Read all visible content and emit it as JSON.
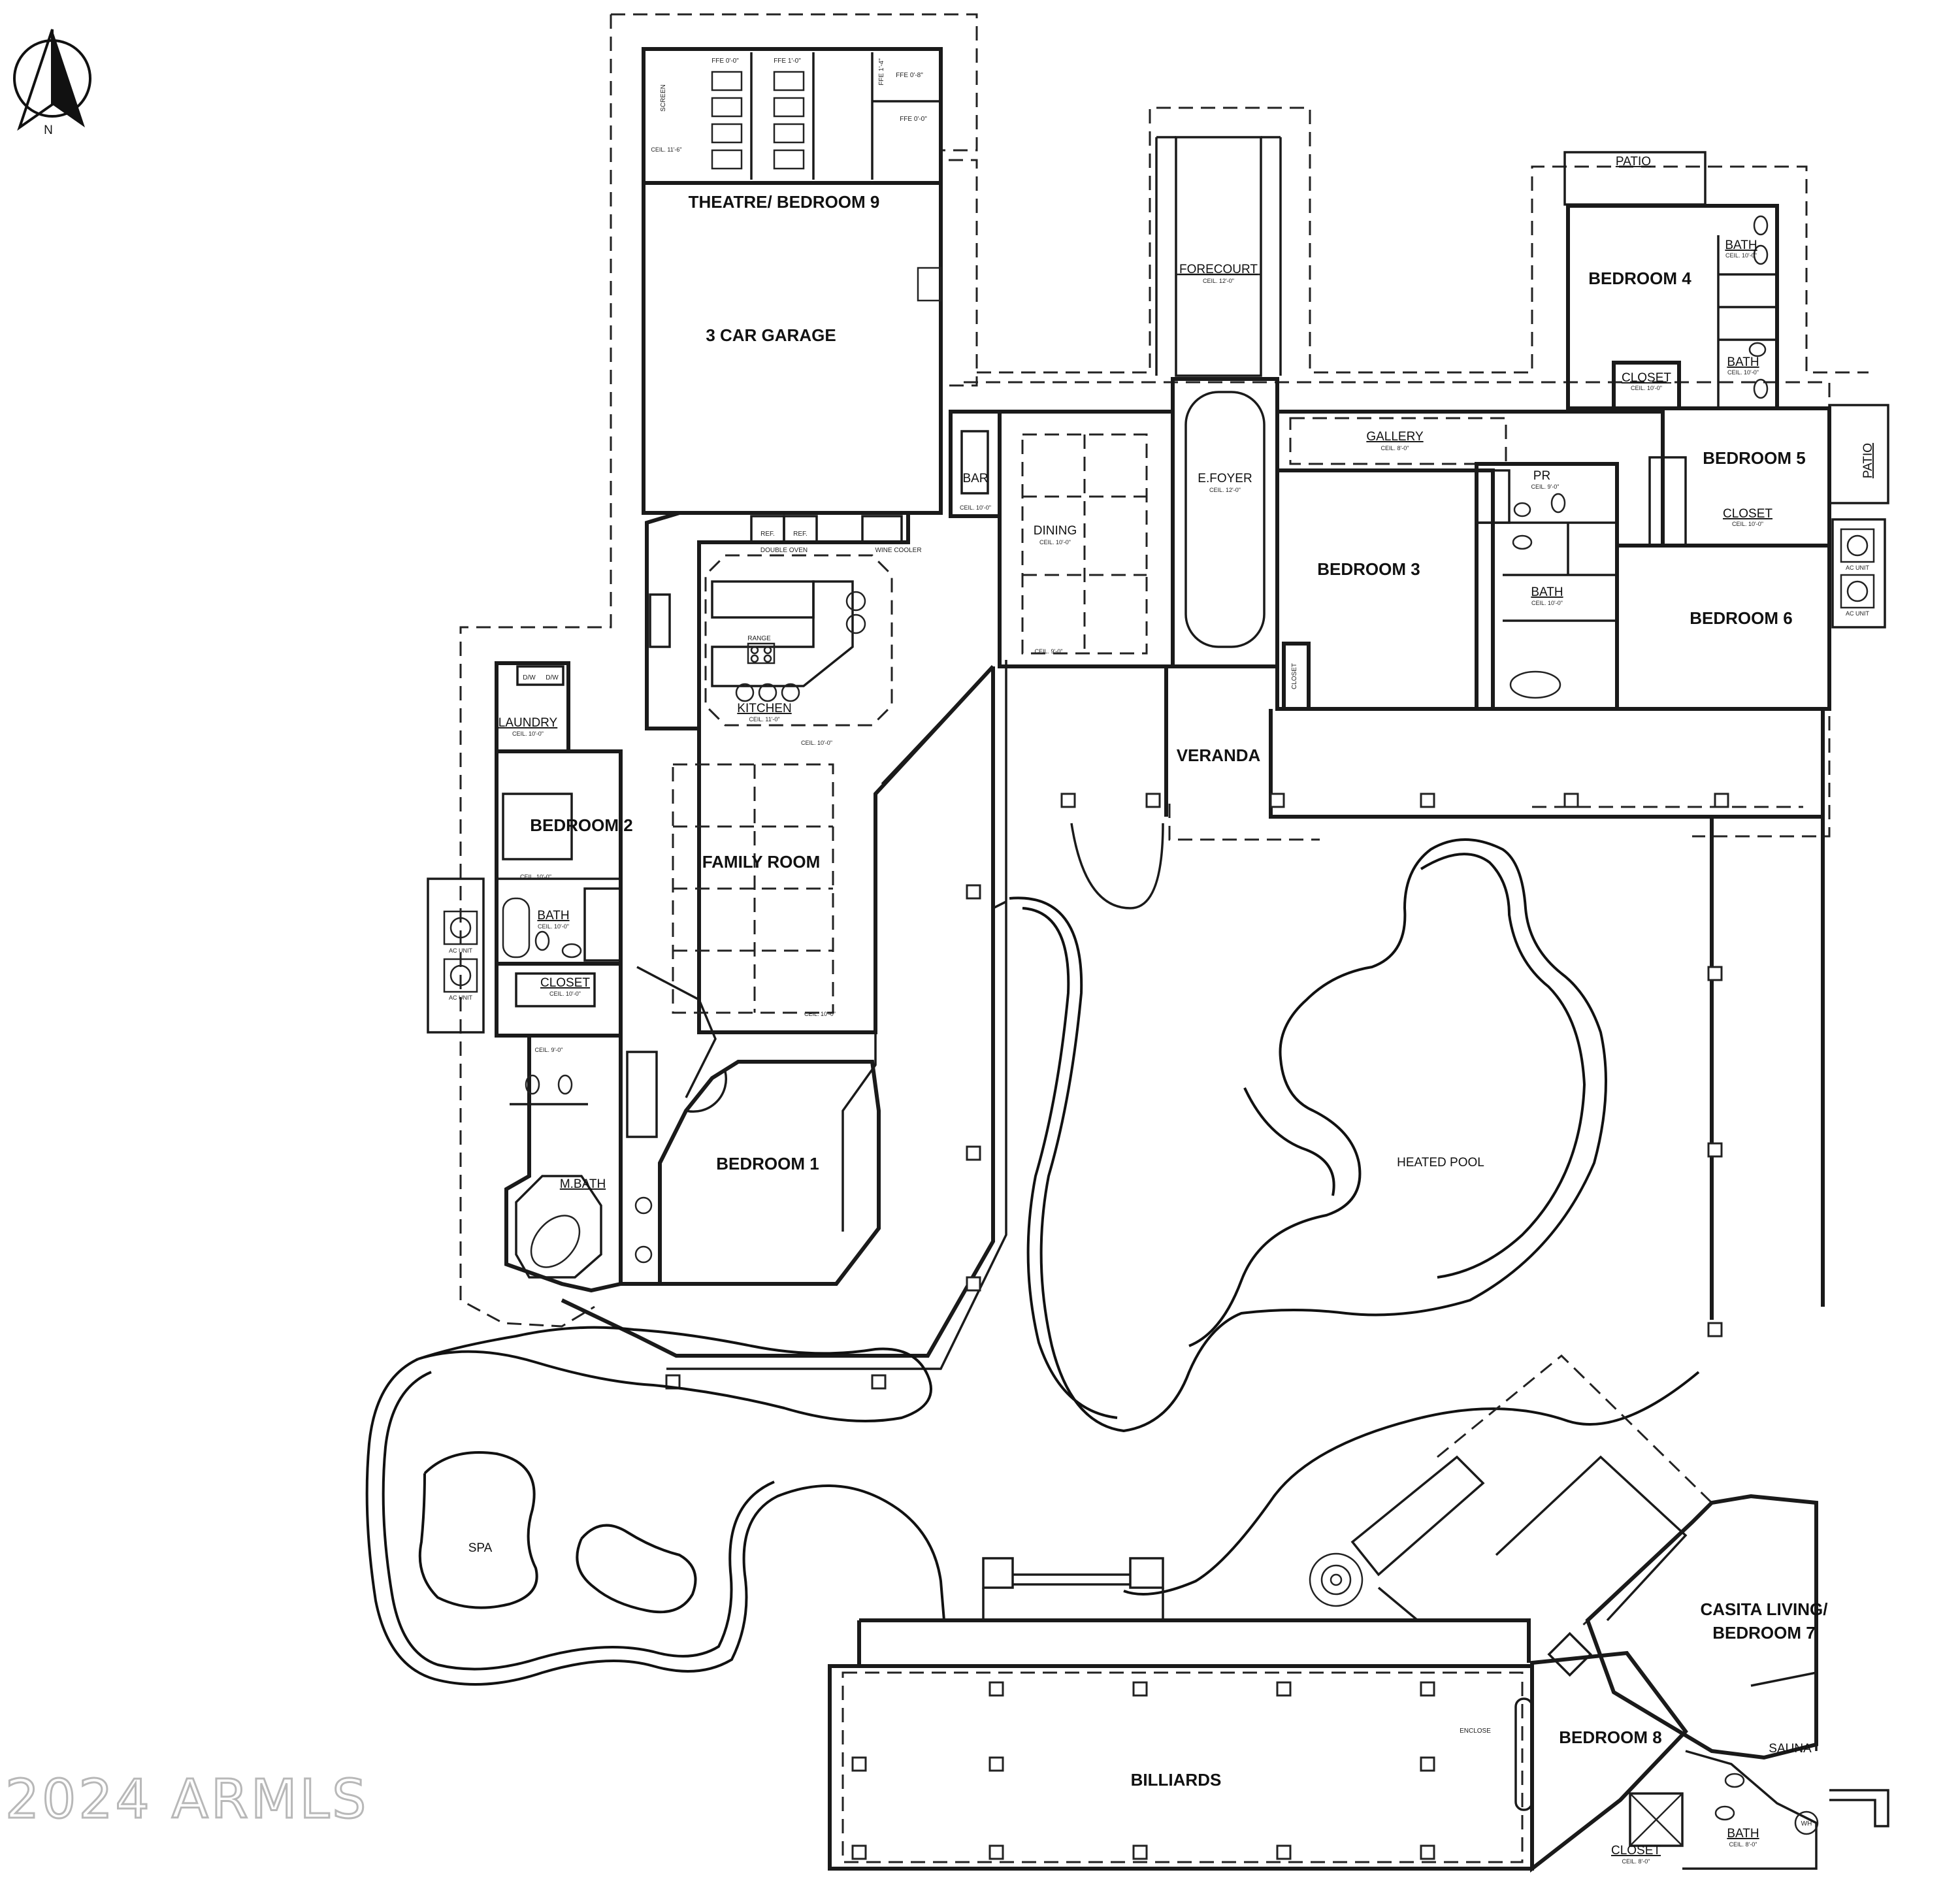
{
  "north": {
    "label": "N"
  },
  "watermark": "2024 ARMLS",
  "rooms": {
    "theatre": "THEATRE/ BEDROOM 9",
    "garage": "3 CAR GARAGE",
    "bedroom4": "BEDROOM 4",
    "bedroom5": "BEDROOM 5",
    "bedroom6": "BEDROOM 6",
    "bedroom3": "BEDROOM 3",
    "bedroom2": "BEDROOM 2",
    "bedroom1": "BEDROOM 1",
    "family_room": "FAMILY ROOM",
    "veranda": "VERANDA",
    "casita": [
      "CASITA LIVING/",
      "BEDROOM 7"
    ],
    "bedroom8": "BEDROOM 8",
    "billiards": "BILLIARDS"
  },
  "small_rooms": {
    "patio_top": "PATIO",
    "patio_right": "PATIO",
    "forecourt": "FORECOURT",
    "gallery": "GALLERY",
    "foyer": "E.FOYER",
    "bar": "BAR",
    "dining": "DINING",
    "kitchen": "KITCHEN",
    "laundry": "LAUNDRY",
    "bath_b2": "BATH",
    "closet_b2": "CLOSET",
    "mbath": "M.BATH",
    "pr": "PR",
    "bath_b4a": "BATH",
    "bath_b4b": "BATH",
    "closet_b4": "CLOSET",
    "closet_b5": "CLOSET",
    "bath_b6": "BATH",
    "closet_b3": "CLOSET",
    "sauna": "SAUNA",
    "bath_casita": "BATH",
    "closet_casita": "CLOSET",
    "heated_pool": "HEATED POOL",
    "spa": "SPA"
  },
  "ceilings": {
    "forecourt": "CEIL. 12'-0\"",
    "gallery": "CEIL. 8'-0\"",
    "foyer": "CEIL. 12'-0\"",
    "bar": "CEIL. 10'-0\"",
    "dining": "CEIL. 10'-0\"",
    "dining_low": "CEIL. 9'-0\"",
    "kitchen": "CEIL. 11'-0\"",
    "family": "CEIL. 10'-0\"",
    "family_low": "CEIL. 10'-0\"",
    "laundry": "CEIL. 10'-0\"",
    "bedroom2": "CEIL. 10'-0\"",
    "bath_b2": "CEIL. 10'-0\"",
    "closet_b2": "CEIL. 10'-0\"",
    "mbath_wc": "CEIL. 9'-0\"",
    "theatre": "CEIL. 11'-6\"",
    "pr": "CEIL. 9'-0\"",
    "bath_b4a": "CEIL. 10'-0\"",
    "bath_b4b": "CEIL. 10'-0\"",
    "closet_b4": "CEIL. 10'-0\"",
    "closet_b5": "CEIL. 10'-0\"",
    "bath_b6": "CEIL. 10'-0\"",
    "bath_casita": "CEIL. 8'-0\"",
    "closet_casita": "CEIL. 8'-0\""
  },
  "notes": {
    "ffe1": "FFE 0'-0\"",
    "ffe2": "FFE 1'-0\"",
    "ffe3": "FFE 1'-4\"",
    "ffe4": "FFE 0'-8\"",
    "ffe5": "FFE 0'-0\"",
    "screen": "SCREEN",
    "ref1": "REF.",
    "ref2": "REF.",
    "double_oven": "DOUBLE OVEN",
    "wine_cooler": "WINE COOLER",
    "range": "RANGE",
    "dw1": "D/W",
    "dw2": "D/W",
    "enclose": "ENCLOSE",
    "wh": "WH",
    "ac1": "AC UNIT",
    "ac2": "AC UNIT",
    "ac3": "AC UNIT",
    "ac4": "AC UNIT"
  }
}
